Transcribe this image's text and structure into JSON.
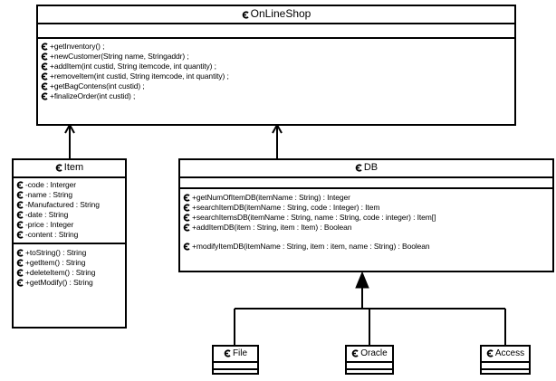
{
  "classes": {
    "onlineshop": {
      "name": "OnLineShop",
      "attributes": [],
      "methods": [
        "+getInventory() ;",
        "+newCustomer(String name, Stringaddr) ;",
        "+addItem(int custid, String itemcode, int quantity) ;",
        "+removeItem(int custid, String itemcode, int quantity) ;",
        "+getBagContens(int custid) ;",
        "+finalizeOrder(int custid) ;"
      ]
    },
    "item": {
      "name": "Item",
      "attributes": [
        "-code : Interger",
        "-name : String",
        "-Manufactured : String",
        "-date : String",
        "-price : Integer",
        "-content : String"
      ],
      "methods": [
        "+toString() : String",
        "+getItem() : String",
        "+deleteItem() : String",
        "+getModify() : String"
      ]
    },
    "db": {
      "name": "DB",
      "methods": [
        "+getNumOfItemDB(itemName : String) : Integer",
        "+searchItemDB(itemName : String, code : Integer) : Item",
        "+searchItemsDB(itemName : String, name : String, code : integer) : Item[]",
        "+addItemDB(item : String, item : Item) : Boolean",
        "",
        "+modifyItemDB(itemName : String, item : item, name : String) : Boolean"
      ]
    },
    "file": {
      "name": "File"
    },
    "oracle": {
      "name": "Oracle"
    },
    "access": {
      "name": "Access"
    }
  }
}
